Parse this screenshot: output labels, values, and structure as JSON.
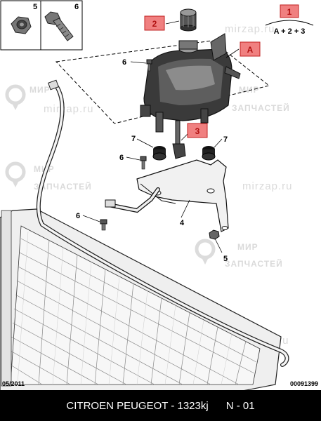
{
  "callouts": {
    "box_5": "5",
    "box_6": "6",
    "part_1": "1",
    "part_2": "2",
    "part_3": "3",
    "part_A": "A",
    "p4": "4",
    "p5": "5",
    "p6a": "6",
    "p6b": "6",
    "p6c": "6",
    "p7a": "7",
    "p7b": "7"
  },
  "legend_formula": "A + 2 + 3",
  "watermarks": {
    "site": "mirzap.ru",
    "mir": "МИР",
    "zap": "ЗАПЧАСТЕЙ"
  },
  "footer": {
    "date": "05/2011",
    "code": "00091399"
  },
  "caption": {
    "brand": "CITROEN PEUGEOT - 1323kj",
    "ref": "N - 01"
  },
  "colors": {
    "tag_fill": "#f08080",
    "tag_text": "#b01010",
    "watermark": "#dadada"
  }
}
